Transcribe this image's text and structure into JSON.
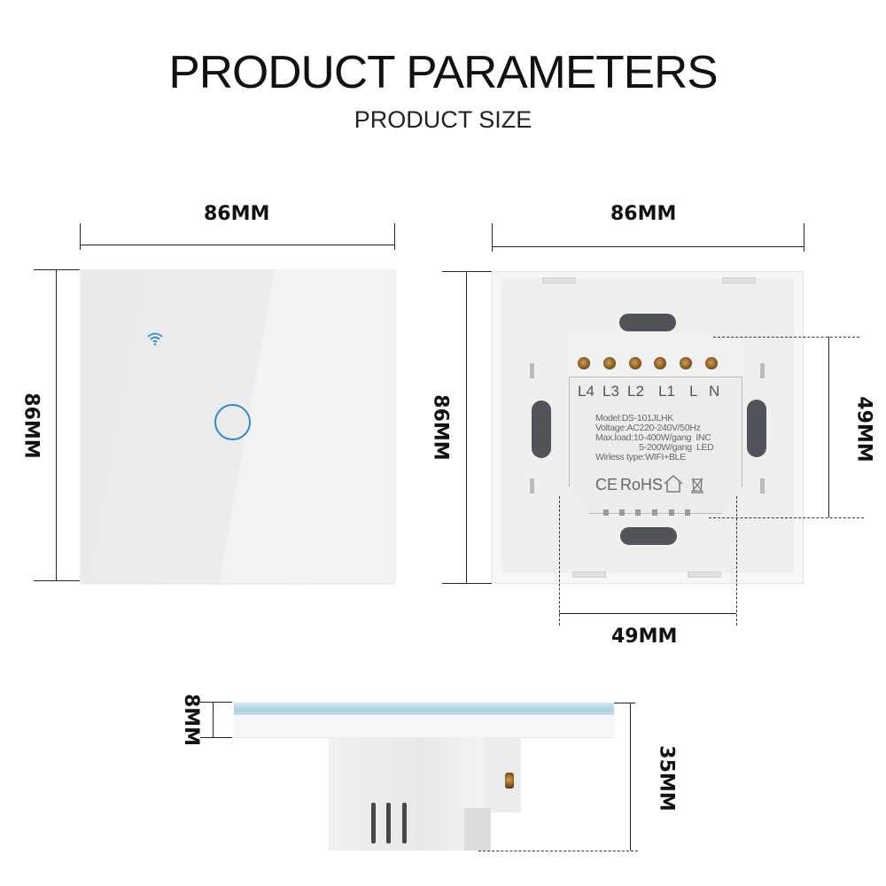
{
  "header": {
    "title": "PRODUCT PARAMETERS",
    "subtitle": "PRODUCT SIZE"
  },
  "front_view": {
    "width_label": "86MM",
    "height_label": "86MM",
    "icons": [
      "wifi-icon",
      "touch-button-ring"
    ],
    "accent_color": "#2a8ad6"
  },
  "back_view": {
    "width_label": "86MM",
    "height_label": "86MM",
    "module_height_label": "49MM",
    "module_width_label": "49MM",
    "terminals": [
      "L4",
      "L3",
      "L2",
      "L1",
      "L",
      "N"
    ],
    "specs": {
      "model": "Model:DS-101JLHK",
      "voltage": "Voltage:AC220-240V/50Hz",
      "max_load_inc": "Max.load:10-400W/gang  INC",
      "max_load_led": "5-200W/gang  LED",
      "wireless": "Wirless type:WIFI+BLE"
    },
    "certifications": {
      "ce": "CE",
      "rohs": "RoHS",
      "icons": [
        "house-icon",
        "crossed-bin-icon"
      ]
    }
  },
  "side_view": {
    "glass_thickness_label": "8MM",
    "depth_label": "35MM"
  }
}
